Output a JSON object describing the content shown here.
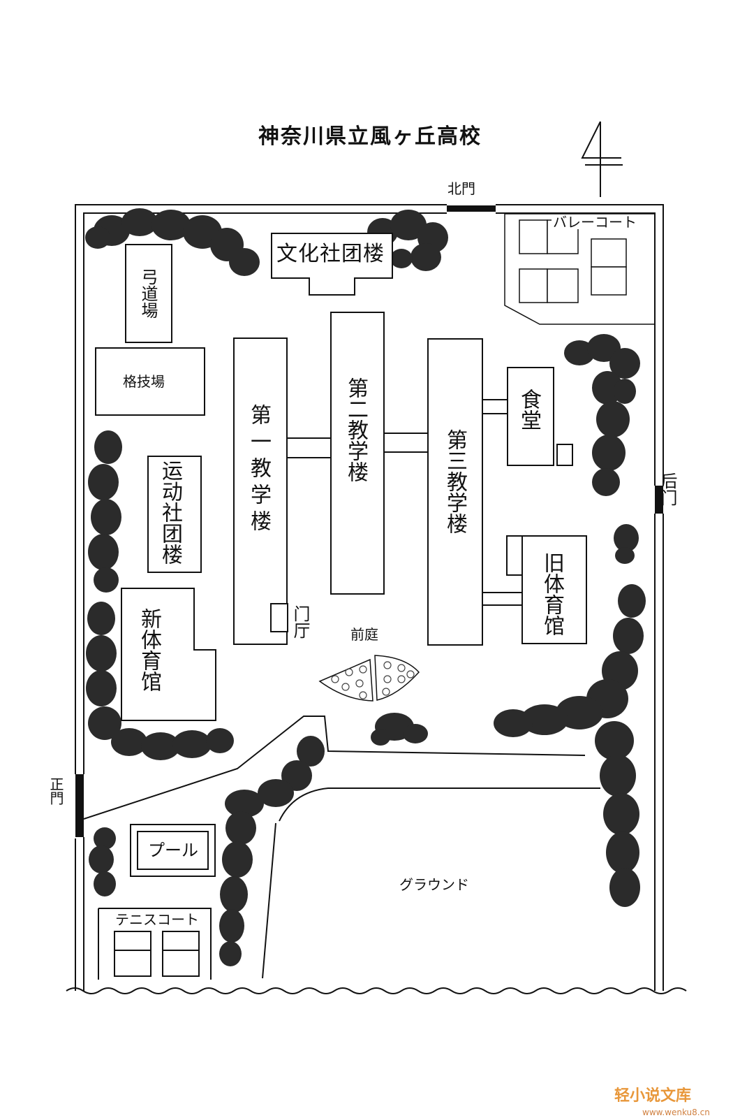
{
  "title": "神奈川県立風ヶ丘高校",
  "gates": {
    "north": "北門",
    "back": "后门",
    "main": "正門"
  },
  "buildings": {
    "culture_club": "文化社团楼",
    "kyudo": "弓道場",
    "kakugi": "格技場",
    "sports_club": "运动社团楼",
    "new_gym": "新体育馆",
    "building1": "第一教学楼",
    "building2": "第二教学楼",
    "building3": "第三教学楼",
    "cafeteria": "食堂",
    "old_gym": "旧体育馆",
    "entrance": "门厅"
  },
  "areas": {
    "courtyard": "前庭",
    "volleyball": "バレーコート",
    "pool": "プール",
    "tennis": "テニスコート",
    "ground": "グラウンド"
  },
  "watermark": {
    "logo": "轻小说文库",
    "url": "www.wenku8.cn"
  },
  "colors": {
    "line": "#111111",
    "tree": "#2b2b2b",
    "background": "#ffffff"
  }
}
